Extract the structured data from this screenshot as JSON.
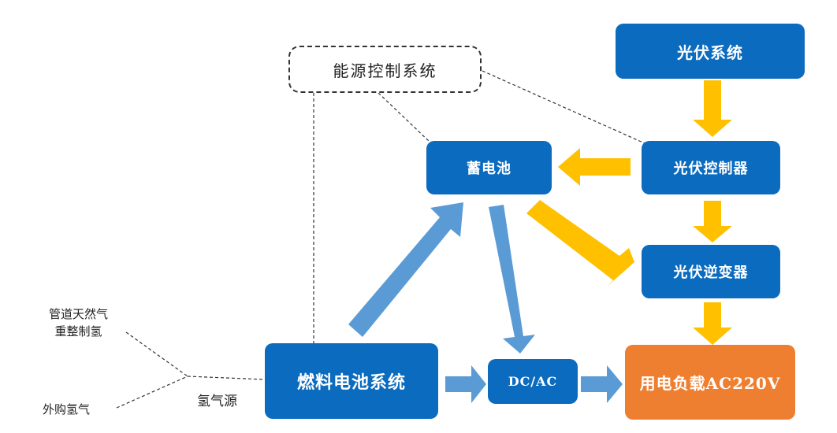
{
  "nodes": {
    "energy_control": "能源控制系统",
    "pv_system": "光伏系统",
    "battery": "蓄电池",
    "pv_controller": "光伏控制器",
    "pv_inverter": "光伏逆变器",
    "fuel_cell": "燃料电池系统",
    "dcac": "DC/AC",
    "load": "用电负载AC220V"
  },
  "labels": {
    "gas_reform_line1": "管道天然气",
    "gas_reform_line2": "重整制氢",
    "purchased_h2": "外购氢气",
    "h2_source": "氢气源"
  },
  "colors": {
    "box_blue": "#0a6bbf",
    "box_orange": "#ee7f31",
    "arrow_yellow": "#ffc000",
    "arrow_blue": "#5b9bd5",
    "dashed_line": "#333333"
  }
}
